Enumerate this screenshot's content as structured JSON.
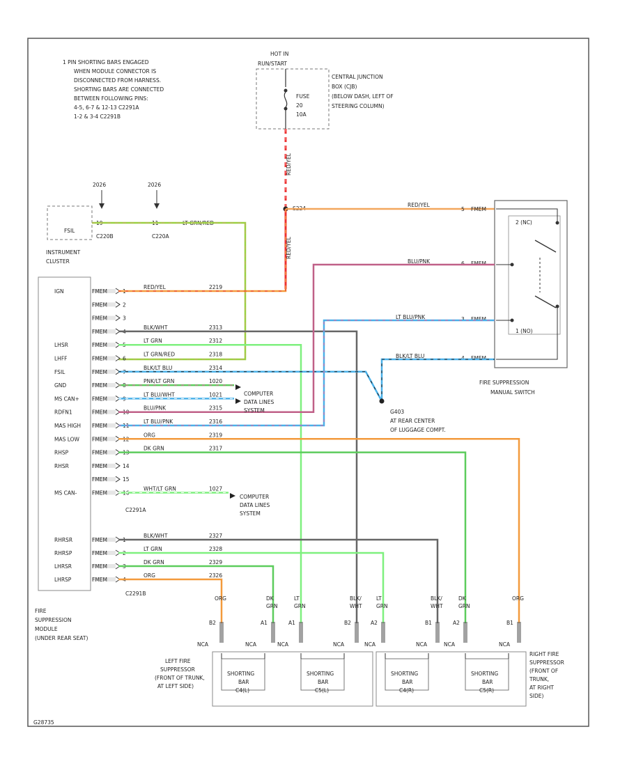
{
  "note": [
    "1  PIN SHORTING BARS ENGAGED",
    "WHEN MODULE CONNECTOR IS",
    "DISCONNECTED FROM HARNESS.",
    "SHORTING BARS ARE CONNECTED",
    "BETWEEN FOLLOWING PINS:",
    "4-5, 6-7 & 12-13 C2291A",
    "1-2 & 3-4 C2291B"
  ],
  "hot": {
    "title": "HOT IN",
    "sub": "RUN/START",
    "fuse_lines": [
      "FUSE",
      "20",
      "10A"
    ],
    "cjb": [
      "CENTRAL JUNCTION",
      "BOX (CJB)",
      "(BELOW DASH, LEFT OF",
      "STEERING COLUMN)"
    ],
    "wire_upper": "RED/YEL",
    "wire_lower": "RED/YEL",
    "splice": "S224"
  },
  "ipc": {
    "ground_refs": [
      "2026",
      "2026"
    ],
    "fsil": "FSIL",
    "pin1": "19",
    "pin2": "11",
    "wire": "LT GRN/RED",
    "conn1": "C220B",
    "conn2": "C220A",
    "label": [
      "INSTRUMENT",
      "CLUSTER"
    ]
  },
  "module": {
    "label": [
      "FIRE",
      "SUPPRESSION",
      "MODULE",
      "(UNDER REAR SEAT)"
    ],
    "conn_a": "C2291A",
    "conn_b": "C2291B",
    "term": "FMEM",
    "rows_a": [
      {
        "name": "IGN",
        "pin": "1",
        "wire": "RED/YEL",
        "circ": "2219"
      },
      {
        "name": "",
        "pin": "2",
        "wire": "",
        "circ": ""
      },
      {
        "name": "",
        "pin": "3",
        "wire": "",
        "circ": ""
      },
      {
        "name": "",
        "pin": "4",
        "wire": "BLK/WHT",
        "circ": "2313"
      },
      {
        "name": "LHSR",
        "pin": "5",
        "wire": "LT GRN",
        "circ": "2312"
      },
      {
        "name": "LHFF",
        "pin": "6",
        "wire": "LT GRN/RED",
        "circ": "2318"
      },
      {
        "name": "FSIL",
        "pin": "7",
        "wire": "BLK/LT BLU",
        "circ": "2314"
      },
      {
        "name": "GND",
        "pin": "8",
        "wire": "PNK/LT GRN",
        "circ": "1020"
      },
      {
        "name": "MS CAN+",
        "pin": "9",
        "wire": "LT BLU/WHT",
        "circ": "1021"
      },
      {
        "name": "RDFN1",
        "pin": "10",
        "wire": "BLU/PNK",
        "circ": "2315"
      },
      {
        "name": "MAS HIGH",
        "pin": "11",
        "wire": "LT BLU/PNK",
        "circ": "2316"
      },
      {
        "name": "MAS LOW",
        "pin": "12",
        "wire": "ORG",
        "circ": "2319"
      },
      {
        "name": "RHSP",
        "pin": "13",
        "wire": "DK GRN",
        "circ": "2317"
      },
      {
        "name": "RHSR",
        "pin": "14",
        "wire": "",
        "circ": ""
      },
      {
        "name": "",
        "pin": "15",
        "wire": "",
        "circ": ""
      },
      {
        "name": "MS CAN-",
        "pin": "16",
        "wire": "WHT/LT GRN",
        "circ": "1027"
      }
    ],
    "rows_b": [
      {
        "name": "RHRSR",
        "pin": "1",
        "wire": "BLK/WHT",
        "circ": "2327"
      },
      {
        "name": "RHRSP",
        "pin": "2",
        "wire": "LT GRN",
        "circ": "2328"
      },
      {
        "name": "LHRSR",
        "pin": "3",
        "wire": "DK GRN",
        "circ": "2329"
      },
      {
        "name": "LHRSP",
        "pin": "4",
        "wire": "ORG",
        "circ": "2326"
      }
    ],
    "computer": [
      "COMPUTER",
      "DATA LINES",
      "SYSTEM"
    ]
  },
  "switch": {
    "label": [
      "FIRE SUPPRESSION",
      "MANUAL SWITCH"
    ],
    "term": "FMEM",
    "pins": [
      {
        "pin": "5",
        "wire": "RED/YEL"
      },
      {
        "pin": "6",
        "wire": "BLU/PNK"
      },
      {
        "pin": "3",
        "wire": "LT BLU/PNK"
      },
      {
        "pin": "4",
        "wire": "BLK/LT BLU"
      }
    ],
    "internal_top": "2 (NC)",
    "internal_bot": "1 (NO)"
  },
  "ground": {
    "id": "G403",
    "loc": [
      "AT REAR CENTER",
      "OF LUGGAGE COMPT."
    ]
  },
  "splice_s224": "S224",
  "bottom": {
    "wire_top": [
      {
        "lines": [
          "ORG"
        ]
      },
      {
        "lines": [
          "DK",
          "GRN"
        ]
      },
      {
        "lines": [
          "LT",
          "GRN"
        ]
      },
      {
        "lines": [
          "BLK/",
          "WHT"
        ]
      },
      {
        "lines": [
          "LT",
          "GRN"
        ]
      },
      {
        "lines": [
          "BLK/",
          "WHT"
        ]
      },
      {
        "lines": [
          "DK",
          "GRN"
        ]
      },
      {
        "lines": [
          "ORG"
        ]
      }
    ],
    "pins": [
      "B2",
      "A1",
      "A1",
      "B2",
      "A2",
      "B1",
      "A2",
      "B1"
    ],
    "nca": [
      "NCA",
      "NCA",
      "NCA",
      "NCA",
      "NCA",
      "NCA",
      "NCA",
      "NCA"
    ],
    "bars": [
      {
        "t": "SHORTING",
        "b": "BAR",
        "id": "C4(L)"
      },
      {
        "t": "SHORTING",
        "b": "BAR",
        "id": "C5(L)"
      },
      {
        "t": "SHORTING",
        "b": "BAR",
        "id": "C4(R)"
      },
      {
        "t": "SHORTING",
        "b": "BAR",
        "id": "C5(R)"
      }
    ],
    "left_label": [
      "LEFT FIRE",
      "SUPPRESSOR",
      "(FRONT OF TRUNK,",
      "AT LEFT SIDE)"
    ],
    "right_label": [
      "RIGHT FIRE",
      "SUPPRESSOR",
      "(FRONT OF",
      "TRUNK,",
      "AT RIGHT",
      "SIDE)"
    ]
  },
  "page_id": "G28735",
  "colors": {
    "red": "#ee3333",
    "orange": "#f39a3c",
    "green": "#5ccc5c",
    "lightgreen": "#7ef07e",
    "blue": "#4ab0e8",
    "pink": "#c06088",
    "gray": "#666666",
    "olive": "#9a9a30",
    "frame": "#555555"
  }
}
